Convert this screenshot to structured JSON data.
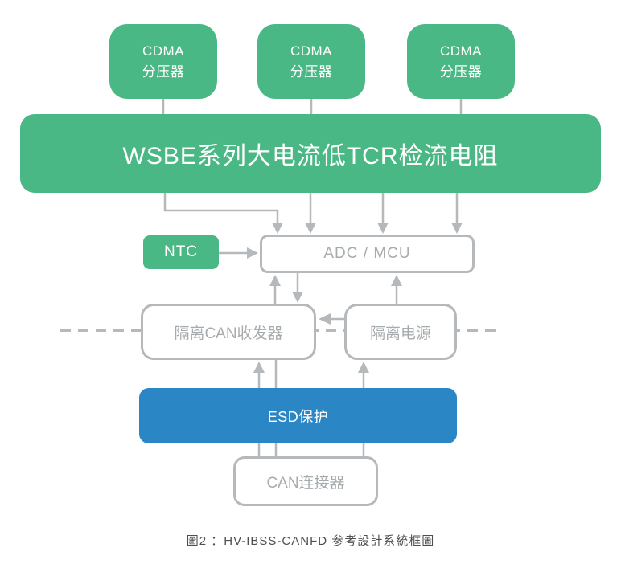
{
  "diagram": {
    "caption": "圖2 ：HV-IBSS-CANFD 参考設計系統框圖",
    "nodes": {
      "cdma1": {
        "line1": "CDMA",
        "line2": "分压器"
      },
      "cdma2": {
        "line1": "CDMA",
        "line2": "分压器"
      },
      "cdma3": {
        "line1": "CDMA",
        "line2": "分压器"
      },
      "wsbe": {
        "label": "WSBE系列大电流低TCR检流电阻"
      },
      "ntc": {
        "label": "NTC"
      },
      "adc_mcu": {
        "label": "ADC / MCU"
      },
      "can_transceiver": {
        "label": "隔离CAN收发器"
      },
      "iso_power": {
        "label": "隔离电源"
      },
      "esd": {
        "label": "ESD保护"
      },
      "can_connector": {
        "label": "CAN连接器"
      }
    },
    "colors": {
      "green": "#49b884",
      "blue": "#2b86c6",
      "line_gray": "#b5b9bc",
      "box_text_gray": "#a6abae",
      "caption_text": "#4e4e4e"
    }
  }
}
